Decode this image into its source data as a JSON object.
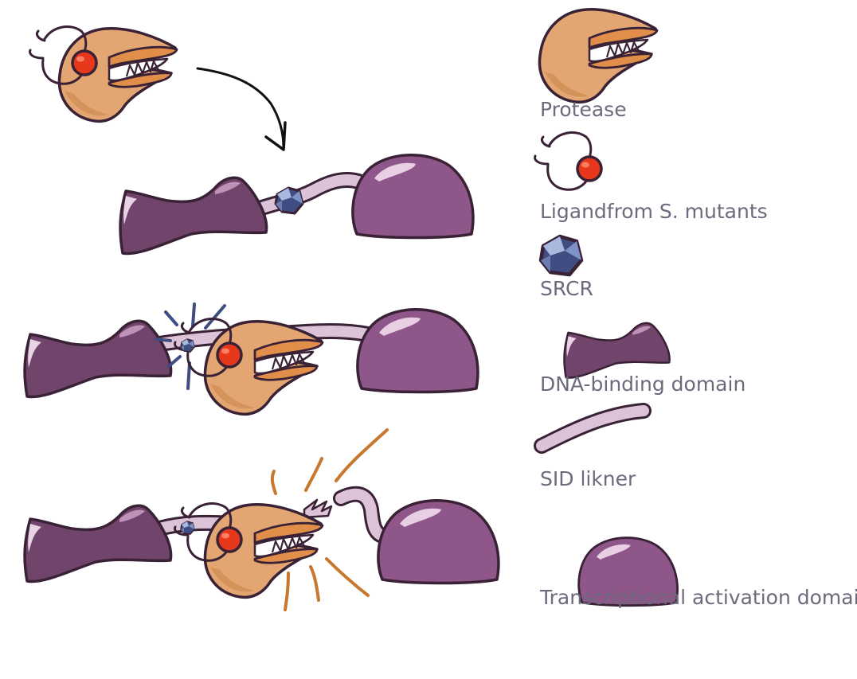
{
  "legend": {
    "protease": "Protease",
    "ligand": "Ligandfrom S. mutants",
    "srcr": "SRCR",
    "dna_binding": "DNA-binding domain",
    "sid_linker": "SID likner",
    "activation": "Transcriptional activation domai"
  },
  "colors": {
    "outline": "#3a2236",
    "protease_body": "#e3a673",
    "protease_shade": "#cf8a4f",
    "jaw": "#e08e4a",
    "ligand_ball": "#e8381c",
    "srcr_fill": "#3f4d82",
    "srcr_light": "#a9b8dd",
    "dna_binding": "#70446b",
    "activation": "#8f5689",
    "linker": "#dcc3d8",
    "burst": "#c7782f",
    "spark": "#3f4d82",
    "arrow": "#111111",
    "label_text": "#6c6a7c"
  }
}
